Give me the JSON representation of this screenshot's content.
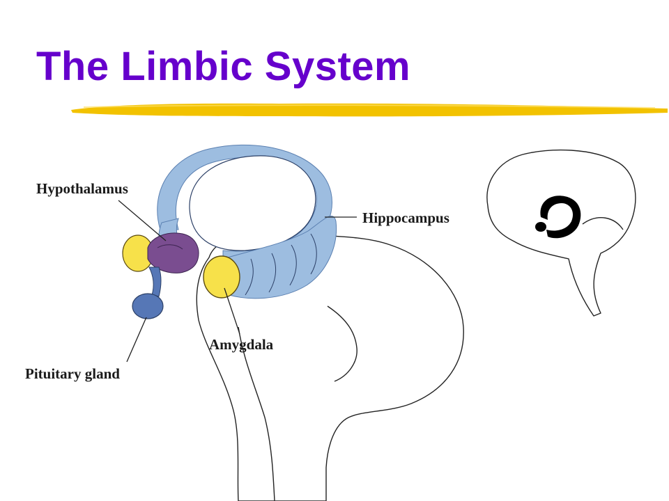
{
  "slide": {
    "title": "The Limbic System"
  },
  "labels": {
    "hypothalamus": "Hypothalamus",
    "hippocampus": "Hippocampus",
    "amygdala": "Amygdala",
    "pituitary": "Pituitary gland"
  },
  "colors": {
    "title": "#6600cc",
    "underline": "#f2c200",
    "fornix_blue": "#9dbde0",
    "fornix_dark": "#5a7fb0",
    "hypothalamus_purple": "#7a4d90",
    "amygdala_yellow": "#f7e14a",
    "pituitary_blue": "#5677b6",
    "inset_fill": "#000000"
  }
}
